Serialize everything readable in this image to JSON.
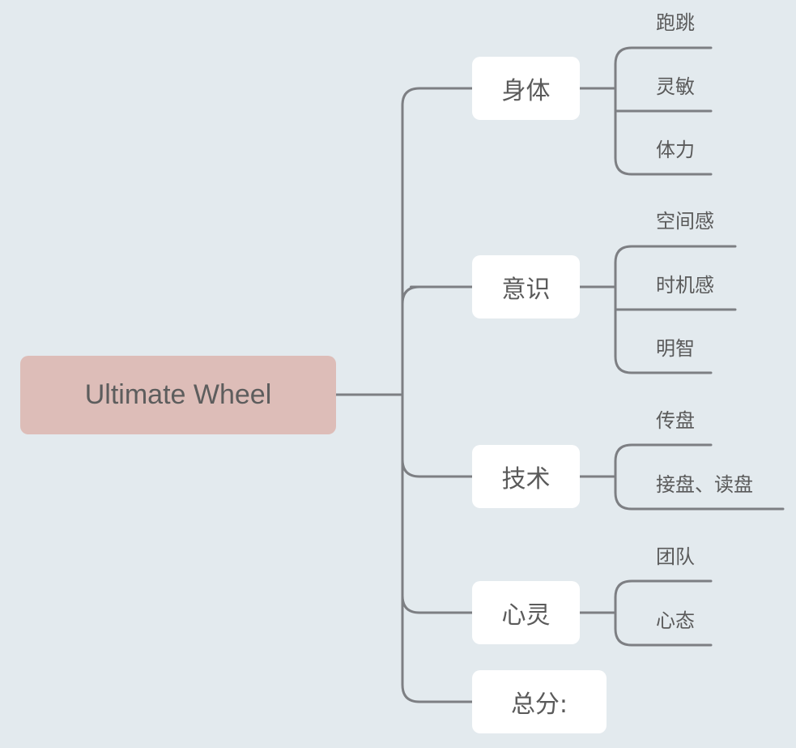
{
  "root": {
    "label": "Ultimate Wheel"
  },
  "branches": [
    {
      "label": "身体",
      "children": [
        "跑跳",
        "灵敏",
        "体力"
      ]
    },
    {
      "label": "意识",
      "children": [
        "空间感",
        "时机感",
        "明智"
      ]
    },
    {
      "label": "技术",
      "children": [
        "传盘",
        "接盘、读盘"
      ]
    },
    {
      "label": "心灵",
      "children": [
        "团队",
        "心态"
      ]
    },
    {
      "label": "总分:",
      "children": []
    }
  ]
}
